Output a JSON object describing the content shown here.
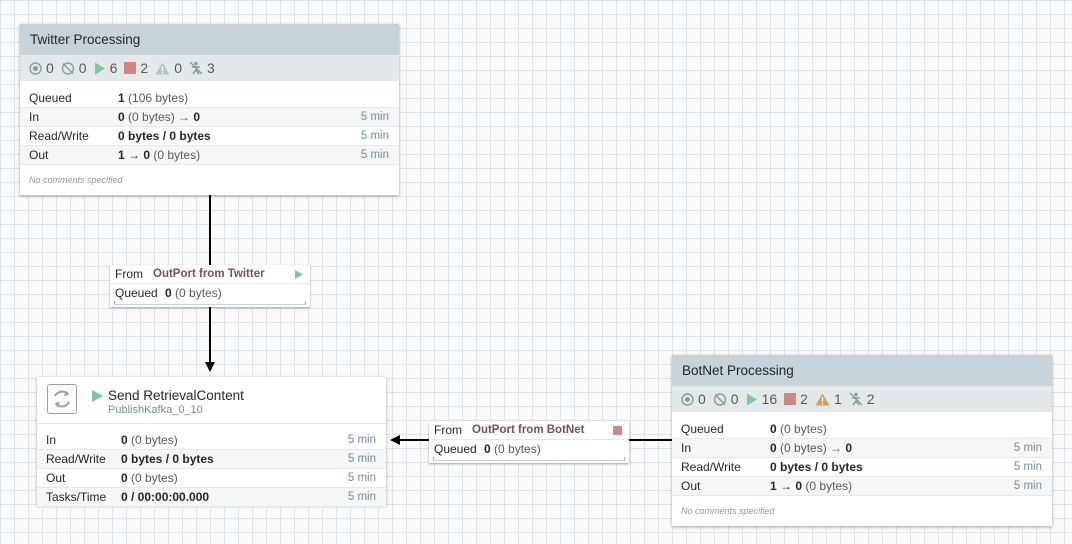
{
  "canvas": {
    "twitter_group": {
      "title": "Twitter Processing",
      "stats": {
        "transmitting": "0",
        "not_transmitting": "0",
        "running": "6",
        "stopped": "2",
        "invalid": "0",
        "disabled": "3"
      },
      "queued_label": "Queued",
      "queued_count": "1",
      "queued_size": "(106 bytes)",
      "in_label": "In",
      "in_count": "0",
      "in_size": "(0 bytes) →",
      "in_to": "0",
      "in_time": "5 min",
      "rw_label": "Read/Write",
      "rw_value": "0 bytes / 0 bytes",
      "rw_time": "5 min",
      "out_label": "Out",
      "out_count": "1 →",
      "out_to": "0",
      "out_size": "(0 bytes)",
      "out_time": "5 min",
      "comments": "No comments specified"
    },
    "botnet_group": {
      "title": "BotNet Processing",
      "stats": {
        "transmitting": "0",
        "not_transmitting": "0",
        "running": "16",
        "stopped": "2",
        "invalid": "1",
        "disabled": "2"
      },
      "queued_label": "Queued",
      "queued_count": "0",
      "queued_size": "(0 bytes)",
      "in_label": "In",
      "in_count": "0",
      "in_size": "(0 bytes) →",
      "in_to": "0",
      "in_time": "5 min",
      "rw_label": "Read/Write",
      "rw_value": "0 bytes / 0 bytes",
      "rw_time": "5 min",
      "out_label": "Out",
      "out_count": "1 →",
      "out_to": "0",
      "out_size": "(0 bytes)",
      "out_time": "5 min",
      "comments": "No comments specified"
    },
    "processor": {
      "name": "Send RetrievalContent",
      "type": "PublishKafka_0_10",
      "in_label": "In",
      "in_count": "0",
      "in_size": "(0 bytes)",
      "in_time": "5 min",
      "rw_label": "Read/Write",
      "rw_value": "0 bytes / 0 bytes",
      "rw_time": "5 min",
      "out_label": "Out",
      "out_count": "0",
      "out_size": "(0 bytes)",
      "out_time": "5 min",
      "tasks_label": "Tasks/Time",
      "tasks_value": "0 / 00:00:00.000",
      "tasks_time": "5 min"
    },
    "conn_twitter": {
      "from_label": "From",
      "from_name": "OutPort from Twitter",
      "queued_label": "Queued",
      "queued_count": "0",
      "queued_size": "(0 bytes)"
    },
    "conn_botnet": {
      "from_label": "From",
      "from_name": "OutPort from BotNet",
      "queued_label": "Queued",
      "queued_count": "0",
      "queued_size": "(0 bytes)"
    },
    "colors": {
      "running": "#7dc7a0",
      "stopped": "#d18686",
      "invalid": "#cf9f5d",
      "header": "#c7d3d8",
      "grid": "#dfe3e6"
    }
  }
}
